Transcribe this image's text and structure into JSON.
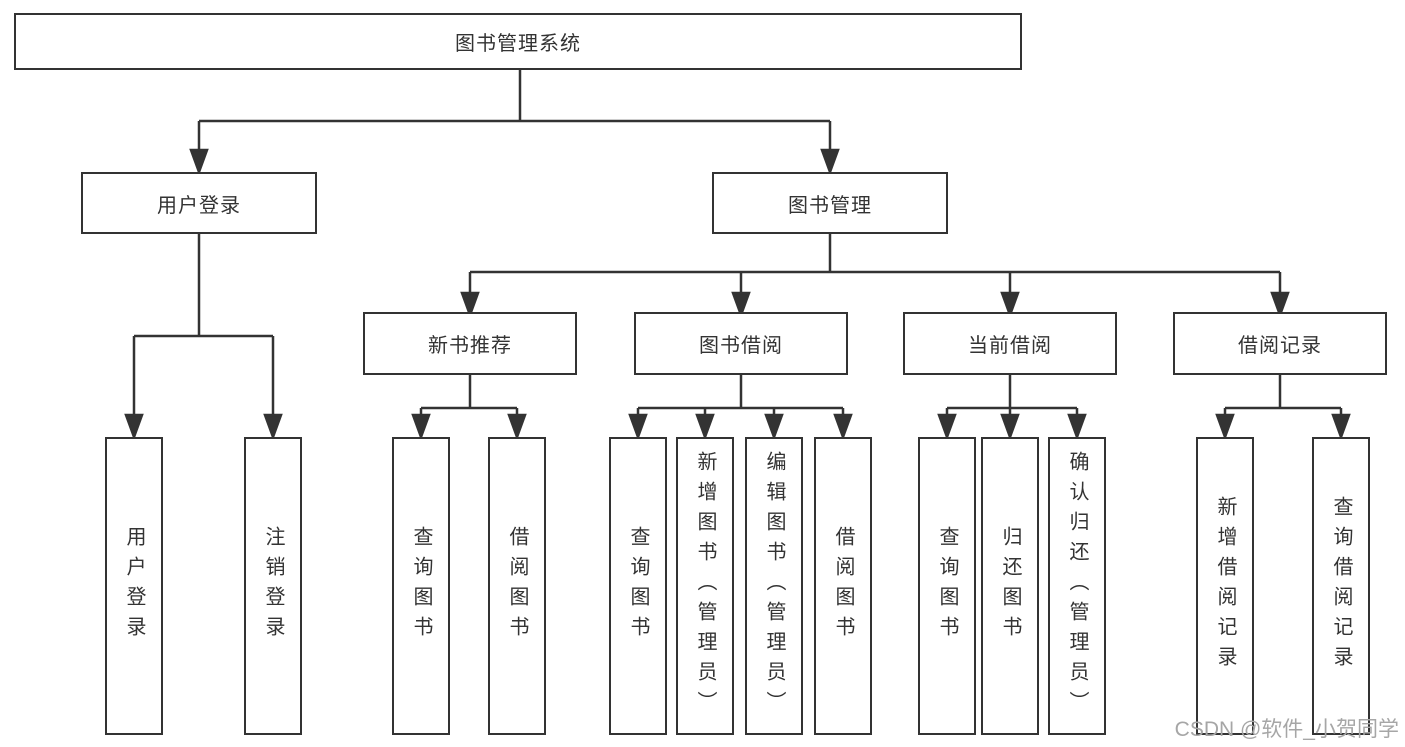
{
  "diagram_title": "图书管理系统",
  "nodes": {
    "root": {
      "label": "图书管理系统"
    },
    "level2": [
      {
        "label": "用户登录"
      },
      {
        "label": "图书管理"
      }
    ],
    "level3": [
      {
        "label": "新书推荐"
      },
      {
        "label": "图书借阅"
      },
      {
        "label": "当前借阅"
      },
      {
        "label": "借阅记录"
      }
    ],
    "leaves": [
      {
        "label": "用户登录"
      },
      {
        "label": "注销登录"
      },
      {
        "label": "查询图书"
      },
      {
        "label": "借阅图书"
      },
      {
        "label": "查询图书"
      },
      {
        "label": "新增图书（管理员）"
      },
      {
        "label": "编辑图书（管理员）"
      },
      {
        "label": "借阅图书"
      },
      {
        "label": "查询图书"
      },
      {
        "label": "归还图书"
      },
      {
        "label": "确认归还（管理员）"
      },
      {
        "label": "新增借阅记录"
      },
      {
        "label": "查询借阅记录"
      }
    ]
  },
  "edges": [
    {
      "from": "图书管理系统",
      "to": [
        "用户登录",
        "图书管理"
      ]
    },
    {
      "from": "用户登录",
      "to": [
        "用户登录",
        "注销登录"
      ]
    },
    {
      "from": "图书管理",
      "to": [
        "新书推荐",
        "图书借阅",
        "当前借阅",
        "借阅记录"
      ]
    },
    {
      "from": "新书推荐",
      "to": [
        "查询图书",
        "借阅图书"
      ]
    },
    {
      "from": "图书借阅",
      "to": [
        "查询图书",
        "新增图书（管理员）",
        "编辑图书（管理员）",
        "借阅图书"
      ]
    },
    {
      "from": "当前借阅",
      "to": [
        "查询图书",
        "归还图书",
        "确认归还（管理员）"
      ]
    },
    {
      "from": "借阅记录",
      "to": [
        "新增借阅记录",
        "查询借阅记录"
      ]
    }
  ],
  "watermark": {
    "text": "CSDN @软件_小贺同学"
  },
  "colors": {
    "line": "#333333",
    "box_border": "#333333",
    "text": "#333333",
    "background": "#ffffff",
    "watermark": "#a6a6a6"
  }
}
